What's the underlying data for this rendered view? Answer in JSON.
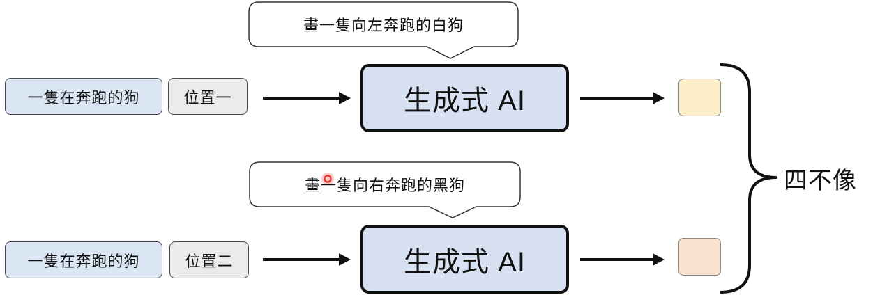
{
  "callouts": {
    "top": "畫一隻向左奔跑的白狗",
    "bottom": "畫一隻向右奔跑的黑狗"
  },
  "rows": [
    {
      "prompt": "一隻在奔跑的狗",
      "position": "位置一",
      "model": "生成式 AI",
      "output_color": "#fdf0c9"
    },
    {
      "prompt": "一隻在奔跑的狗",
      "position": "位置二",
      "model": "生成式 AI",
      "output_color": "#f9e3ce"
    }
  ],
  "conclusion": "四不像",
  "colors": {
    "prompt_fill": "#dbe6f4",
    "position_fill": "#ebebeb",
    "model_fill": "#d7e1f1",
    "pointer": "#e53935"
  }
}
